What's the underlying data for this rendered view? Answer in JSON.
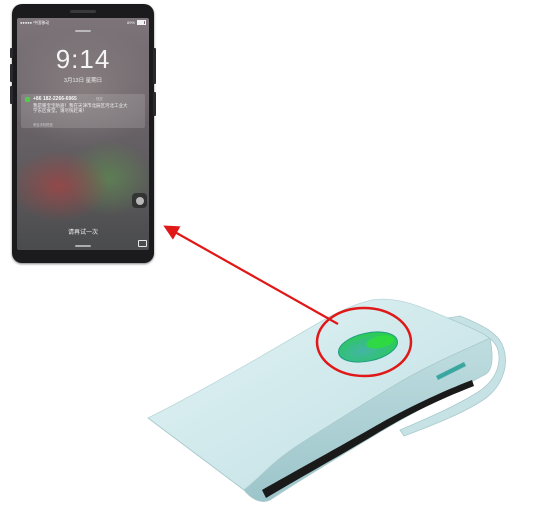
{
  "phone": {
    "status_bar": {
      "carrier": "●●●●● 中国移动",
      "battery": "89%"
    },
    "lock_screen": {
      "time": "9:14",
      "date": "3月13日 星期日",
      "retry_text": "请再试一次"
    },
    "notification": {
      "app_icon": "message-icon",
      "sender": "+86 182-2266-6965",
      "time": "现在",
      "body": "我是暖宝宝防盗！我在天津市北辰区河北工业大学东区食堂。请尽快赶来！",
      "source": "来自手机短信"
    }
  },
  "annotation": {
    "highlight_color": "#e01818",
    "arrow_color": "#e01818"
  },
  "device": {
    "body_color": "#cfe8ea",
    "button_colors": [
      "#2fcf48",
      "#40b0a0"
    ]
  }
}
